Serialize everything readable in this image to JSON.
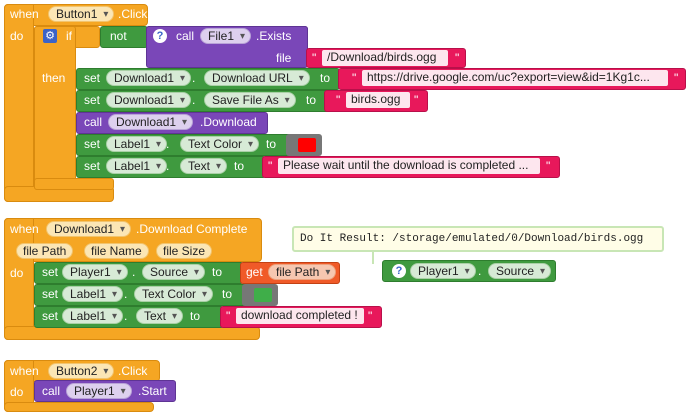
{
  "kw": {
    "when": "when",
    "do": "do",
    "if": "if",
    "then": "then",
    "not": "not",
    "call": "call",
    "set": "set",
    "to": "to",
    "get": "get",
    "file": "file",
    "q": "\""
  },
  "block1": {
    "component": "Button1",
    "event": ".Click",
    "if_call_component": "File1",
    "if_call_method": ".Exists",
    "file_value": "/Download/birds.ogg",
    "set_url_component": "Download1",
    "set_url_property": "Download URL",
    "url_value": "https://drive.google.com/uc?export=view&id=1Kg1c...",
    "set_saveas_component": "Download1",
    "set_saveas_property": "Save File As",
    "saveas_value": "birds.ogg",
    "call_download_component": "Download1",
    "call_download_method": ".Download",
    "set_color_component": "Label1",
    "set_color_property": "Text Color",
    "set_color_value": "#ff0000",
    "set_text_component": "Label1",
    "set_text_property": "Text",
    "text_value": "Please wait until the download is completed ..."
  },
  "block2": {
    "component": "Download1",
    "event": ".Download Complete",
    "params": [
      "file Path",
      "file Name",
      "file Size"
    ],
    "set_source_component": "Player1",
    "set_source_property": "Source",
    "get_var": "file Path",
    "set_color_component": "Label1",
    "set_color_property": "Text Color",
    "set_color_value": "#3fae49",
    "set_text_component": "Label1",
    "set_text_property": "Text",
    "text_value": "download completed !"
  },
  "block3": {
    "component": "Button2",
    "event": ".Click",
    "call_component": "Player1",
    "call_method": ".Start"
  },
  "result": {
    "text": "Do It Result: /storage/emulated/0/Download/birds.ogg",
    "component": "Player1",
    "property": "Source"
  },
  "colors": {
    "event": "#f5a623",
    "set": "#3f9a3f",
    "call": "#7a47b8",
    "text": "#e8185b",
    "get": "#f05a28",
    "red_swatch": "#ff0000",
    "green_swatch": "#3fae49"
  }
}
